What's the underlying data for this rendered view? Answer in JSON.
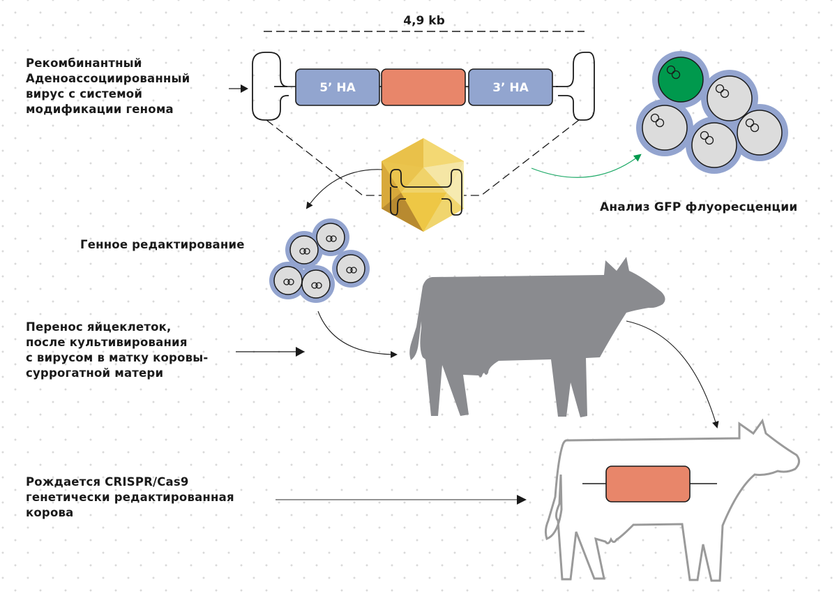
{
  "title_scale": "4,9 kb",
  "construct": {
    "segments": [
      {
        "label": "5’ HA",
        "color": "#92a5cf"
      },
      {
        "label": "",
        "color": "#e8866a"
      },
      {
        "label": "3’ HA",
        "color": "#92a5cf"
      }
    ]
  },
  "labels": {
    "aav": [
      "Рекомбинантный",
      "Аденоассоциированный",
      "вирус с системой",
      "модификации генома"
    ],
    "gfp": "Анализ GFP флуоресценции",
    "editing": "Генное редактирование",
    "transfer": [
      "Перенос яйцеклеток,",
      "после культивирования",
      "с вирусом в матку коровы-",
      "суррогатной матери"
    ],
    "born": [
      "Рождается  CRISPR/Cas9",
      "генетически редактированная",
      "корова"
    ]
  },
  "colors": {
    "homology_arm": "#92a5cf",
    "insert": "#e8866a",
    "gfp_green": "#00994d",
    "gfp_arrow": "#1faa68",
    "cell_fill": "#dcdcdc",
    "cell_halo": "#93a4cf",
    "cow_surrogate": "#8a8b8f",
    "cow_outline": "#9a9a9a",
    "capsid_yellow": "#efc840"
  },
  "icons": {
    "aav_capsid": "icosahedron-icon",
    "cells_gfp": "cell-cluster-icon",
    "cells_edited": "cell-cluster-icon",
    "cow_surrogate": "cow-silhouette-icon",
    "cow_edited": "cow-outline-icon"
  }
}
